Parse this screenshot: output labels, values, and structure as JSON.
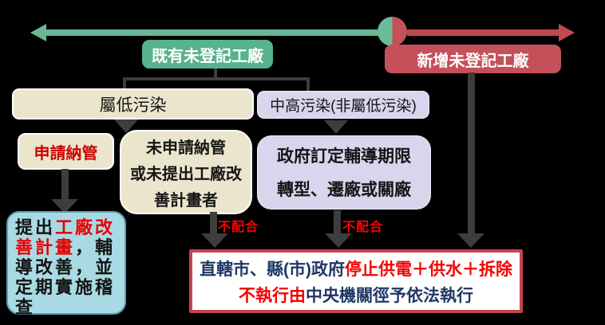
{
  "colors": {
    "timeline_green": "#68b795",
    "timeline_red": "#c04a52",
    "existing_box_green": "#57b28e",
    "new_box_red": "#c4505a",
    "beige_box": "#ece5cd",
    "purple_box": "#d8d5ed",
    "teal_box": "#a9dae3",
    "connector_dark": "#3d3d3d",
    "navy_text": "#1f3864",
    "red_text": "#e60000"
  },
  "timeline": {
    "existing_label": "既有未登記工廠",
    "new_label": "新增未登記工廠"
  },
  "boxes": {
    "low_pollution": "屬低污染",
    "mid_high_pollution": "中高污染(非屬低污染)",
    "apply_management": "申請納管",
    "no_apply": {
      "line1": "未申請納管",
      "line2": "或未提出工廠改",
      "line3": "善計畫者"
    },
    "govt_guidance": {
      "line1": "政府訂定輔導期限",
      "line2": "轉型、遷廠或關廠"
    },
    "improvement_plan": {
      "seg1_black": "提出",
      "seg2_red": "工廠改善計畫",
      "seg3_black": "，輔導改善，並定期實施稽查"
    },
    "penalty": {
      "line1_navy": "直轄市、縣(市)政府",
      "line1_red": "停止供電＋供水＋拆除",
      "line2_red": "不執行由",
      "line2_navy": "中央機關徑予依法執行"
    }
  },
  "labels": {
    "noncompliant_left": "不配合",
    "noncompliant_right": "不配合"
  }
}
